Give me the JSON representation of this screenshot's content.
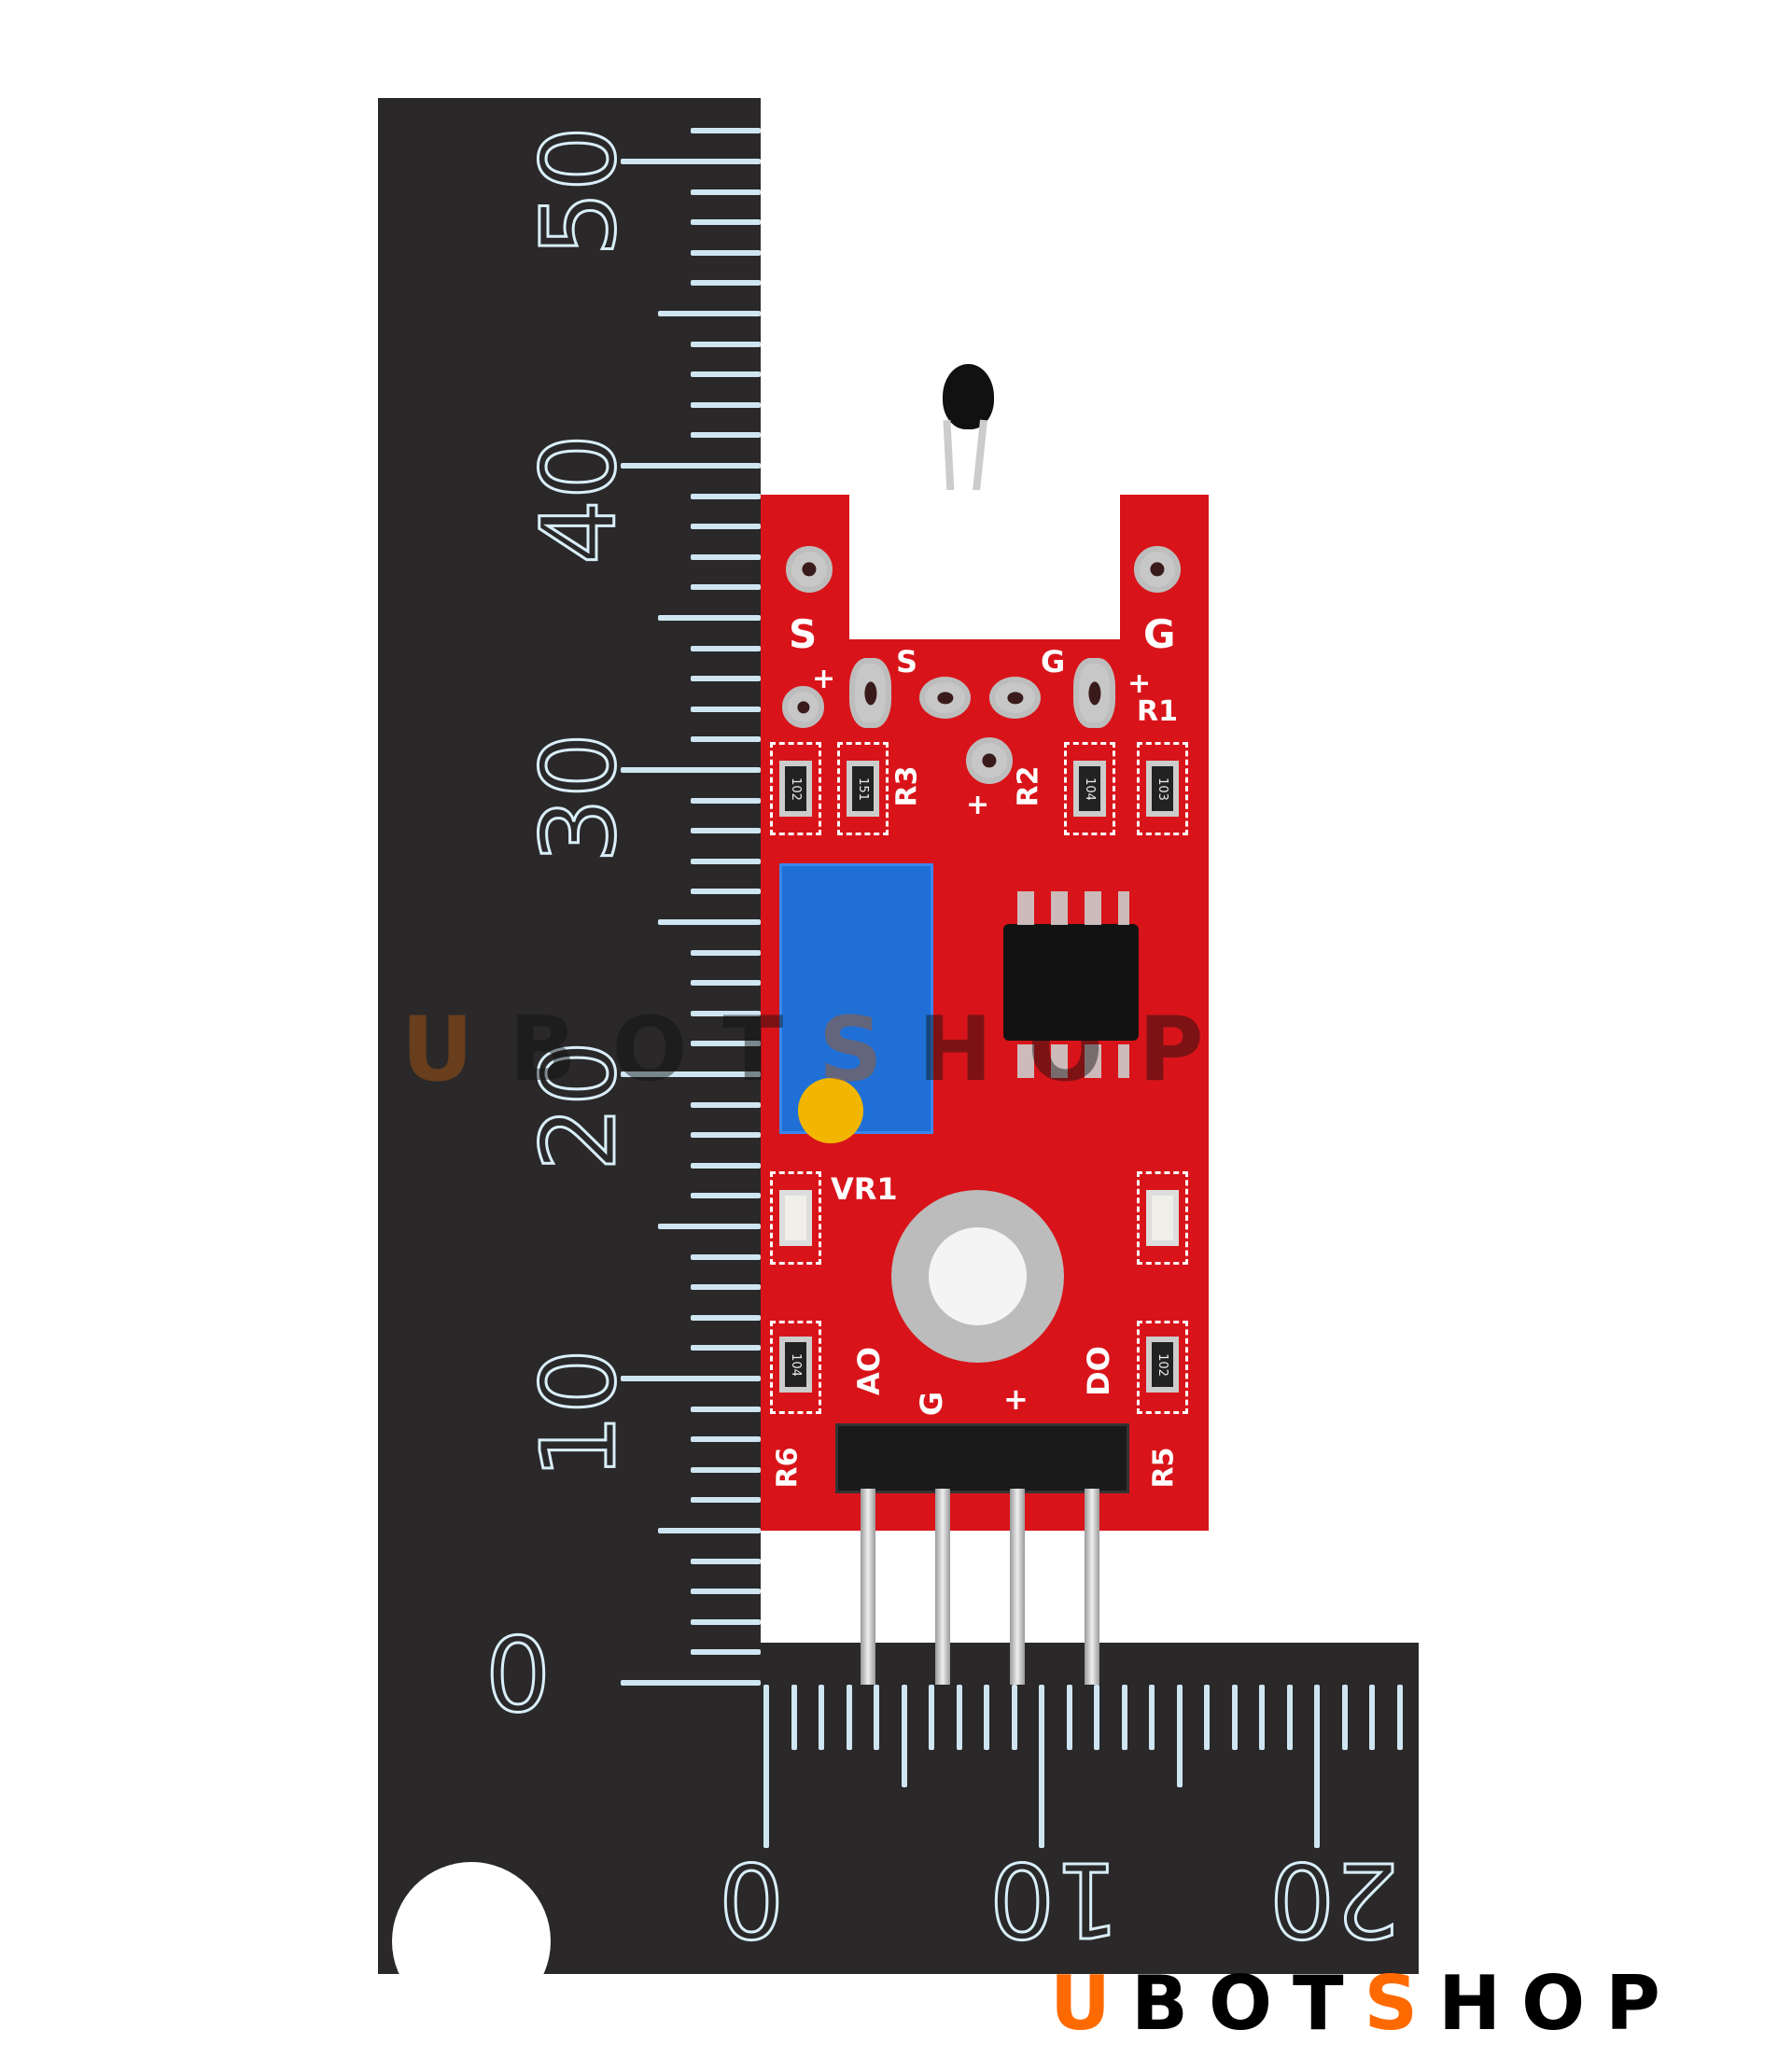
{
  "ruler": {
    "vertical_labels": [
      "50",
      "40",
      "30",
      "20",
      "10",
      "0"
    ],
    "horizontal_labels": [
      "0",
      "10",
      "20"
    ],
    "color": "#2a2829",
    "tick_color": "#cfe6f2"
  },
  "pcb": {
    "color": "#d8141a",
    "top_labels": {
      "left": "S",
      "right": "G",
      "inner_left": "S",
      "inner_right": "G",
      "plus_left": "+",
      "plus_right": "+",
      "plus_center": "+"
    },
    "resistors": [
      {
        "ref": "",
        "code": "102"
      },
      {
        "ref": "R3",
        "code": "151"
      },
      {
        "ref": "R2",
        "code": "104"
      },
      {
        "ref": "R1",
        "code": "103"
      },
      {
        "ref": "R6",
        "code": "104"
      },
      {
        "ref": "R5",
        "code": "102"
      }
    ],
    "potentiometer_label": "VR1",
    "pin_labels": [
      "AO",
      "G",
      "+",
      "DO"
    ]
  },
  "watermark": {
    "text_u": "U",
    "text_bot": "BOT",
    "text_s": "S",
    "text_hop": "HOP"
  },
  "logo": {
    "u": "U",
    "bot": "BOT",
    "s": "S",
    "hop": "HOP",
    "accent_color": "#ff6a00",
    "text_color": "#000000"
  }
}
